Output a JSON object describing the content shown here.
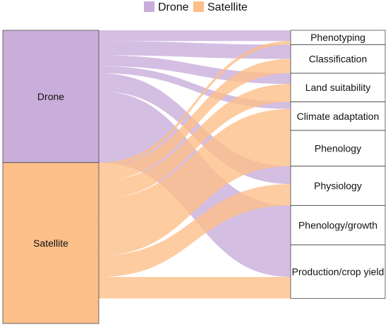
{
  "chart_data": {
    "type": "sankey",
    "title": "",
    "legend": {
      "position": "top",
      "items": [
        {
          "label": "Drone",
          "color": "#C9AEDB"
        },
        {
          "label": "Satellite",
          "color": "#FCBF8A"
        }
      ]
    },
    "colors": {
      "Drone": "#C9AEDB",
      "Satellite": "#FCBF8A",
      "node_border": "#4a4a4a"
    },
    "sources": [
      {
        "name": "Drone",
        "label": "Drone",
        "value": 37
      },
      {
        "name": "Satellite",
        "label": "Satellite",
        "value": 45
      }
    ],
    "targets": [
      {
        "name": "Phenotyping",
        "label": "Phenotyping",
        "value": 4
      },
      {
        "name": "Classification",
        "label": "Classification",
        "value": 8
      },
      {
        "name": "Land suitability",
        "label": "Land suitability",
        "value": 8
      },
      {
        "name": "Climate adaptation",
        "label": "Climate adaptation",
        "value": 8
      },
      {
        "name": "Phenology",
        "label": "Phenology",
        "value": 10
      },
      {
        "name": "Physiology",
        "label": "Physiology",
        "value": 11
      },
      {
        "name": "Phenology/growth",
        "label": "Phenology/growth",
        "value": 11
      },
      {
        "name": "Production/crop yield",
        "label": "Production/crop yield",
        "value": 15
      }
    ],
    "links": [
      {
        "source": "Drone",
        "target": "Phenotyping",
        "value": 3
      },
      {
        "source": "Drone",
        "target": "Classification",
        "value": 4
      },
      {
        "source": "Drone",
        "target": "Land suitability",
        "value": 3
      },
      {
        "source": "Drone",
        "target": "Climate adaptation",
        "value": 2
      },
      {
        "source": "Drone",
        "target": "Physiology",
        "value": 5
      },
      {
        "source": "Drone",
        "target": "Phenology/growth",
        "value": 11
      },
      {
        "source": "Drone",
        "target": "Production/crop yield",
        "value": 9
      },
      {
        "source": "Satellite",
        "target": "Phenotyping",
        "value": 1
      },
      {
        "source": "Satellite",
        "target": "Classification",
        "value": 4
      },
      {
        "source": "Satellite",
        "target": "Land suitability",
        "value": 5
      },
      {
        "source": "Satellite",
        "target": "Climate adaptation",
        "value": 6
      },
      {
        "source": "Satellite",
        "target": "Phenology",
        "value": 10
      },
      {
        "source": "Satellite",
        "target": "Physiology",
        "value": 6
      },
      {
        "source": "Satellite",
        "target": "Production/crop yield",
        "value": 6
      }
    ]
  }
}
